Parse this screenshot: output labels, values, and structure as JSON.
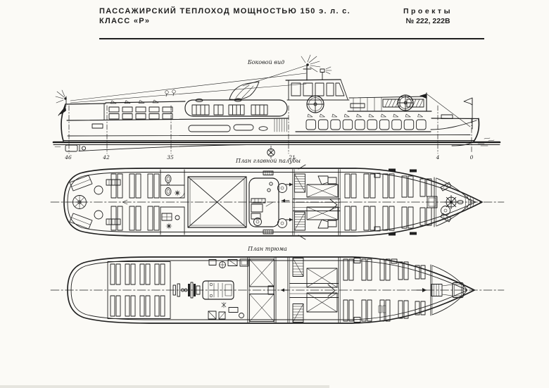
{
  "header": {
    "title_line1": "ПАССАЖИРСКИЙ ТЕПЛОХОД МОЩНОСТЬЮ 150 э. л. с.",
    "title_line2": "КЛАСС «Р»",
    "projects_label": "Проекты",
    "projects_numbers": "№ 222, 222В"
  },
  "drawing": {
    "side_view": {
      "label": "Боковой вид",
      "frame_labels": [
        "46",
        "42",
        "35",
        "21",
        "4",
        "0"
      ]
    },
    "main_deck_plan": {
      "label": "План главной палубы"
    },
    "hold_plan": {
      "label": "План трюма"
    }
  },
  "colors": {
    "ink": "#1f1f1f",
    "paper": "#fbfaf6"
  }
}
